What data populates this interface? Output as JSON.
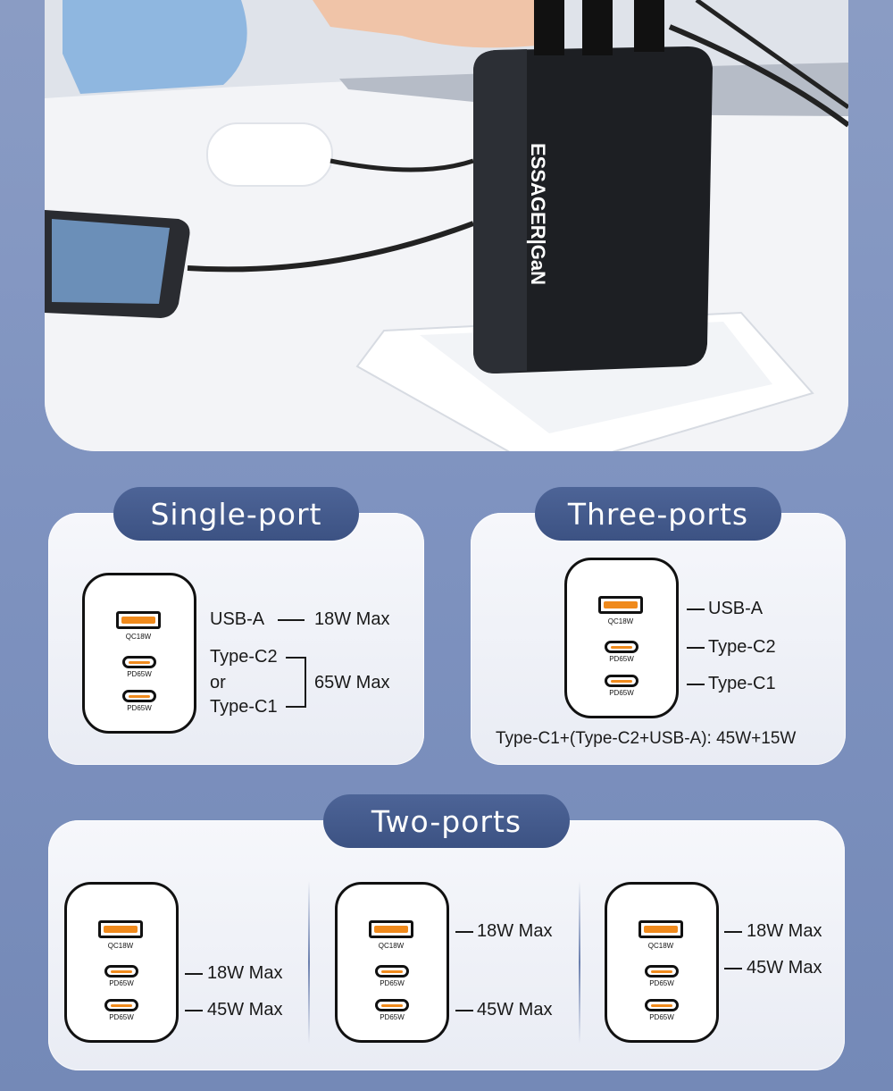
{
  "hero": {
    "brand_text": "ESSAGER|GaN"
  },
  "single_port": {
    "title": "Single-port",
    "ports": {
      "usba": "QC18W",
      "c2": "PD65W",
      "c1": "PD65W"
    },
    "usba_label": "USB-A",
    "usba_power": "18W Max",
    "c2_label": "Type-C2",
    "or_label": "or",
    "c1_label": "Type-C1",
    "c_power": "65W Max"
  },
  "three_ports": {
    "title": "Three-ports",
    "ports": {
      "usba": "QC18W",
      "c2": "PD65W",
      "c1": "PD65W"
    },
    "usba_label": "USB-A",
    "c2_label": "Type-C2",
    "c1_label": "Type-C1",
    "combo": "Type-C1+(Type-C2+USB-A): 45W+15W"
  },
  "two_ports": {
    "title": "Two-ports",
    "ports": {
      "usba": "QC18W",
      "c2": "PD65W",
      "c1": "PD65W"
    },
    "configs": [
      {
        "power_top": "18W Max",
        "power_bottom": "45W Max"
      },
      {
        "power_top": "18W Max",
        "power_bottom": "45W Max"
      },
      {
        "power_top": "18W Max",
        "power_bottom": "45W Max"
      }
    ]
  },
  "colors": {
    "background": "#7f93c0",
    "pill": "#44598b",
    "port_accent": "#f08a1c"
  }
}
